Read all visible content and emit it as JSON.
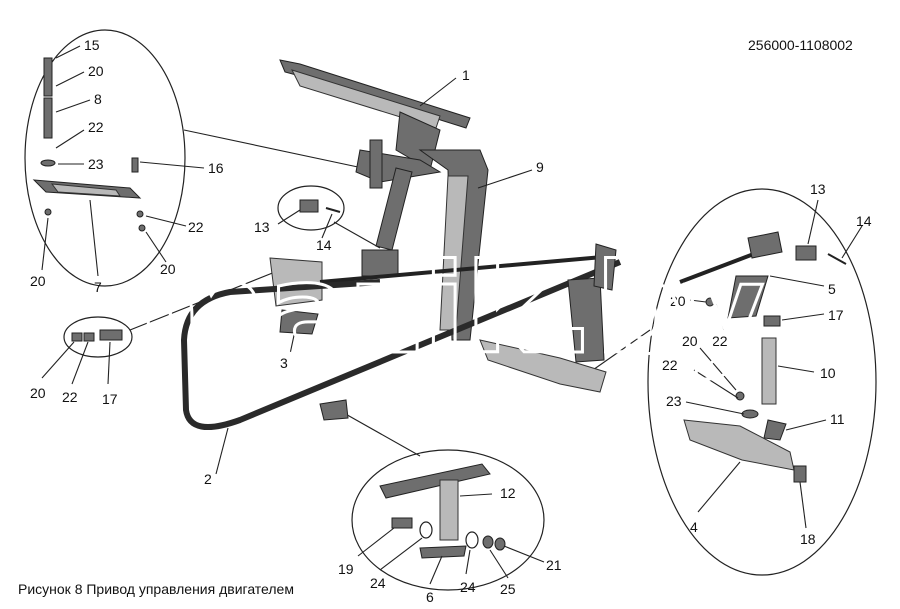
{
  "drawing": {
    "code": "256000-1108002",
    "caption": "Рисунок 8 Привод управления двигателем",
    "watermark": "mazik.by"
  },
  "callouts": [
    {
      "id": "c-1",
      "text": "1"
    },
    {
      "id": "c-9",
      "text": "9"
    },
    {
      "id": "c-2",
      "text": "2"
    },
    {
      "id": "c-3",
      "text": "3"
    },
    {
      "id": "c-15",
      "text": "15"
    },
    {
      "id": "c-20a",
      "text": "20"
    },
    {
      "id": "c-8",
      "text": "8"
    },
    {
      "id": "c-22a",
      "text": "22"
    },
    {
      "id": "c-23a",
      "text": "23"
    },
    {
      "id": "c-16",
      "text": "16"
    },
    {
      "id": "c-22b",
      "text": "22"
    },
    {
      "id": "c-20b",
      "text": "20"
    },
    {
      "id": "c-20c",
      "text": "20"
    },
    {
      "id": "c-7",
      "text": "7"
    },
    {
      "id": "c-13a",
      "text": "13"
    },
    {
      "id": "c-14a",
      "text": "14"
    },
    {
      "id": "c-20d",
      "text": "20"
    },
    {
      "id": "c-22c",
      "text": "22"
    },
    {
      "id": "c-17a",
      "text": "17"
    },
    {
      "id": "c-13b",
      "text": "13"
    },
    {
      "id": "c-14b",
      "text": "14"
    },
    {
      "id": "c-5",
      "text": "5"
    },
    {
      "id": "c-20e",
      "text": "20"
    },
    {
      "id": "c-22d",
      "text": "22"
    },
    {
      "id": "c-17b",
      "text": "17"
    },
    {
      "id": "c-20f",
      "text": "20"
    },
    {
      "id": "c-22e",
      "text": "22"
    },
    {
      "id": "c-10",
      "text": "10"
    },
    {
      "id": "c-23b",
      "text": "23"
    },
    {
      "id": "c-11",
      "text": "11"
    },
    {
      "id": "c-4",
      "text": "4"
    },
    {
      "id": "c-18",
      "text": "18"
    },
    {
      "id": "c-12",
      "text": "12"
    },
    {
      "id": "c-19",
      "text": "19"
    },
    {
      "id": "c-24a",
      "text": "24"
    },
    {
      "id": "c-6",
      "text": "6"
    },
    {
      "id": "c-24b",
      "text": "24"
    },
    {
      "id": "c-25",
      "text": "25"
    },
    {
      "id": "c-21",
      "text": "21"
    }
  ]
}
